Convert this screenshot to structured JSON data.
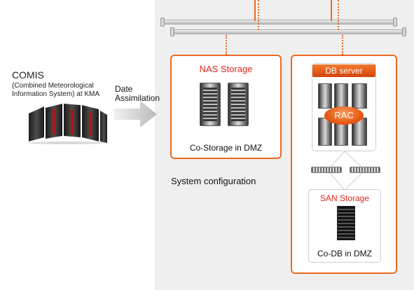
{
  "source": {
    "title": "COMIS",
    "subtitle_line1": "(Combined Meteorological",
    "subtitle_line2": "Information System) at KMA",
    "arrow_label_line1": "Date",
    "arrow_label_line2": "Assimilation"
  },
  "nas": {
    "title": "NAS Storage",
    "caption": "Co-Storage in DMZ"
  },
  "system_caption": "System configuration",
  "db": {
    "header": "DB server",
    "cluster": "RAC",
    "san_title": "SAN Storage",
    "caption": "Co-DB in DMZ"
  },
  "colors": {
    "accent": "#ec6a1f",
    "title_red": "#e0261b",
    "panel_bg": "#efefef"
  }
}
